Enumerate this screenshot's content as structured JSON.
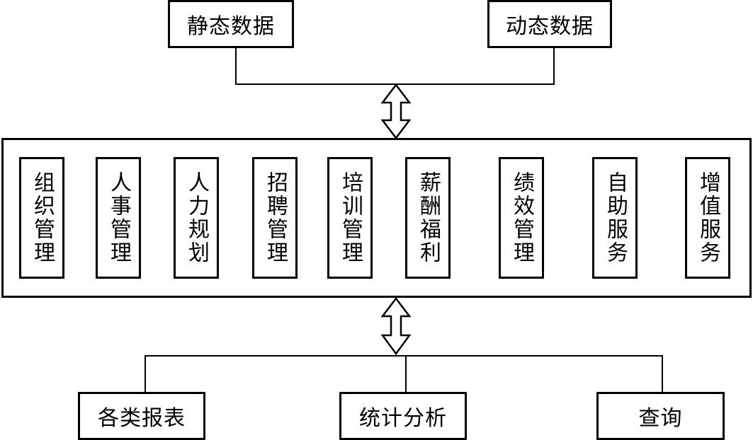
{
  "top_sources": [
    {
      "label": "静态数据"
    },
    {
      "label": "动态数据"
    }
  ],
  "modules": [
    {
      "label": "组织管理"
    },
    {
      "label": "人事管理"
    },
    {
      "label": "人力规划"
    },
    {
      "label": "招聘管理"
    },
    {
      "label": "培训管理"
    },
    {
      "label": "薪酬福利"
    },
    {
      "label": "绩效管理"
    },
    {
      "label": "自助服务"
    },
    {
      "label": "增值服务"
    }
  ],
  "outputs": [
    {
      "label": "各类报表"
    },
    {
      "label": "统计分析"
    },
    {
      "label": "查询"
    }
  ]
}
